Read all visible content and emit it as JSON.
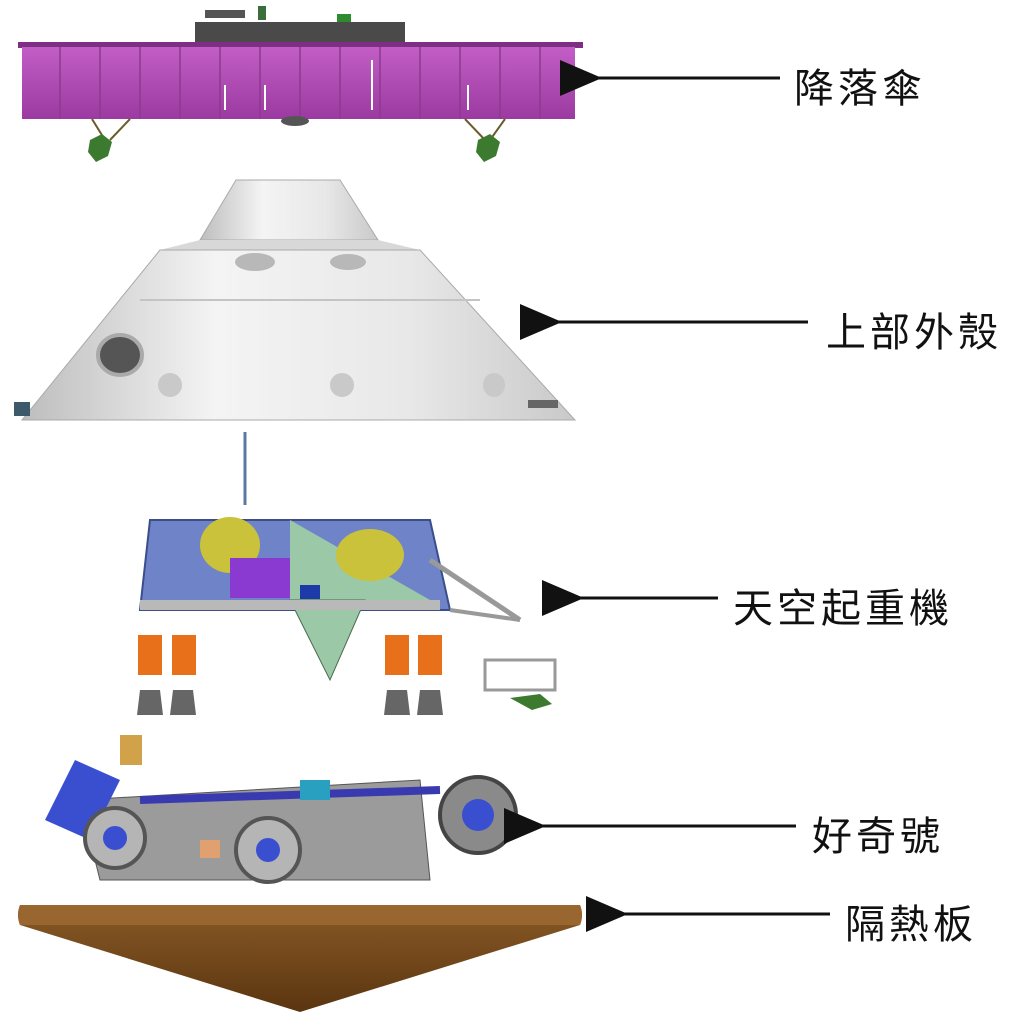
{
  "labels": {
    "parachute": "降落傘",
    "backshell": "上部外殼",
    "sky_crane": "天空起重機",
    "rover": "好奇號",
    "heat_shield": "隔熱板"
  },
  "colors": {
    "parachute": "#b14fb6",
    "shell": "#e6e6e6",
    "heat_shield": "#7a4a1a",
    "arrow": "#111111"
  }
}
